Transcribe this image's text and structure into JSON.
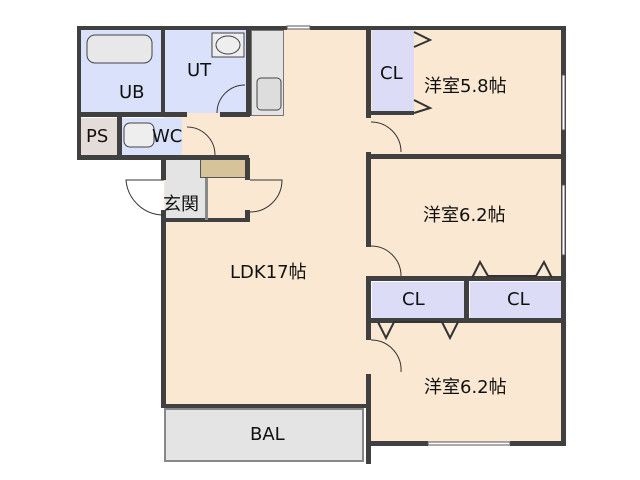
{
  "rooms": {
    "ub": "UB",
    "ut": "UT",
    "ps": "PS",
    "wc": "WC",
    "genkan": "玄関",
    "ldk": "LDK17帖",
    "bal": "BAL",
    "bedroom1": "洋室5.8帖",
    "bedroom2": "洋室6.2帖",
    "bedroom3": "洋室6.2帖",
    "cl1": "CL",
    "cl2": "CL",
    "cl3": "CL"
  },
  "colors": {
    "wall": "#404040",
    "floor": "#fbe8d2",
    "wet": "#d9e1fb",
    "closet": "#dcdcf6"
  }
}
